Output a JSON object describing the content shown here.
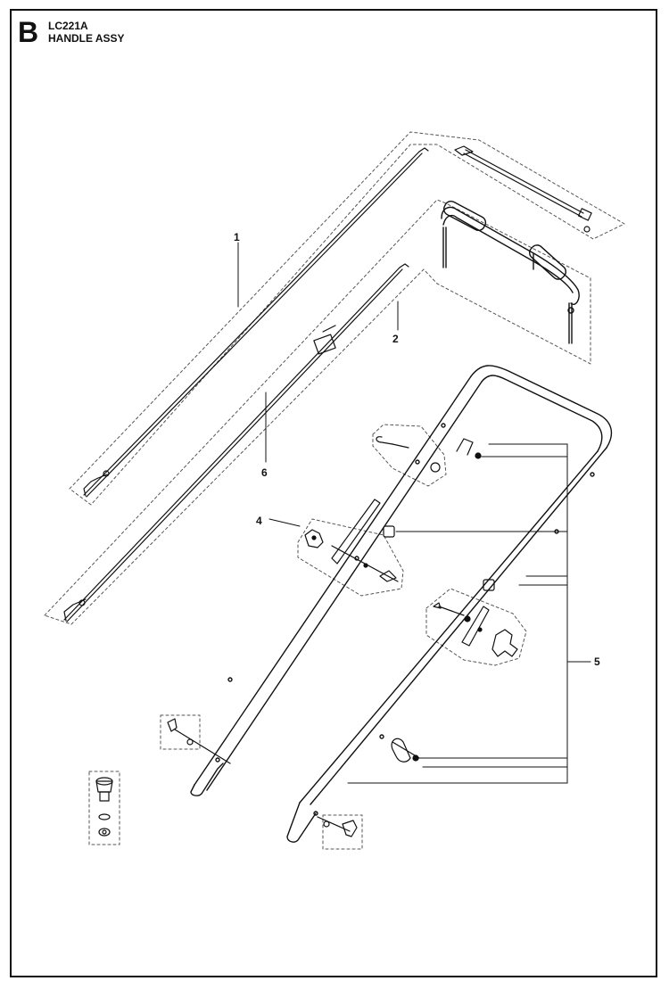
{
  "header": {
    "section_letter": "B",
    "model_code": "LC221A",
    "assembly_title": "HANDLE ASSY"
  },
  "callouts": {
    "c1": "1",
    "c2": "2",
    "c4": "4",
    "c5": "5",
    "c6": "6"
  },
  "colors": {
    "ink": "#111111",
    "dashed_group": "#555555"
  }
}
